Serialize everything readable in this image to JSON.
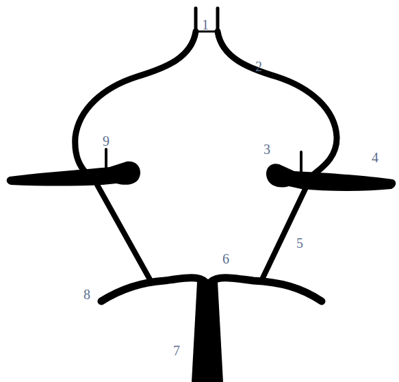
{
  "diagram": {
    "labels": [
      "1",
      "2",
      "3",
      "4",
      "5",
      "6",
      "7",
      "8",
      "9"
    ]
  }
}
